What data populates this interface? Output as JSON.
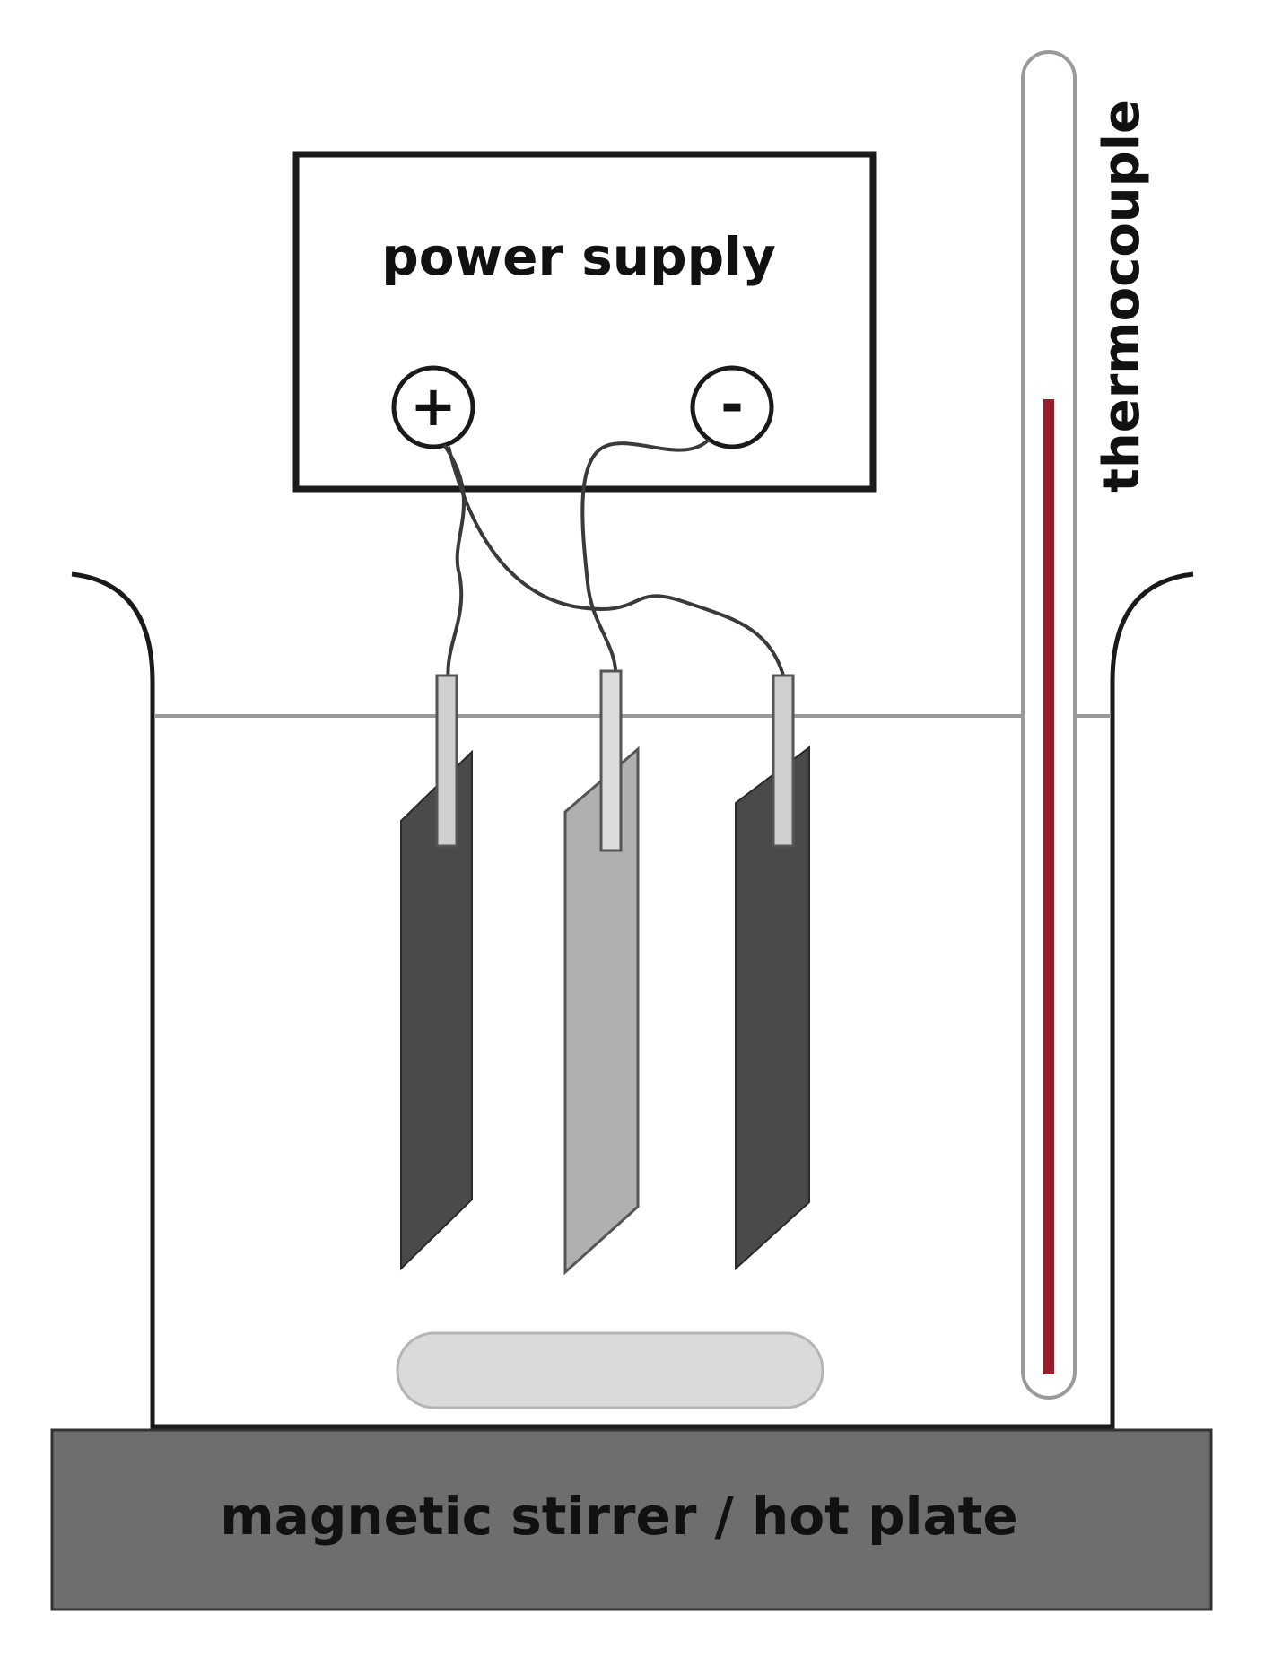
{
  "labels": {
    "power_supply": "power supply",
    "positive_terminal": "+",
    "negative_terminal": "-",
    "thermocouple": "thermocouple",
    "hot_plate": "magnetic stirrer / hot plate"
  },
  "colors": {
    "outline": "#1a1a1a",
    "electrode_dark": "#4a4a4a",
    "electrode_light": "#b0b0b0",
    "tab": "#cfcfcf",
    "stir_bar": "#dadada",
    "thermocouple_element": "#9b1b2a",
    "hot_plate": "#6e6e6e",
    "electrolyte_line": "#9a9a9a"
  }
}
